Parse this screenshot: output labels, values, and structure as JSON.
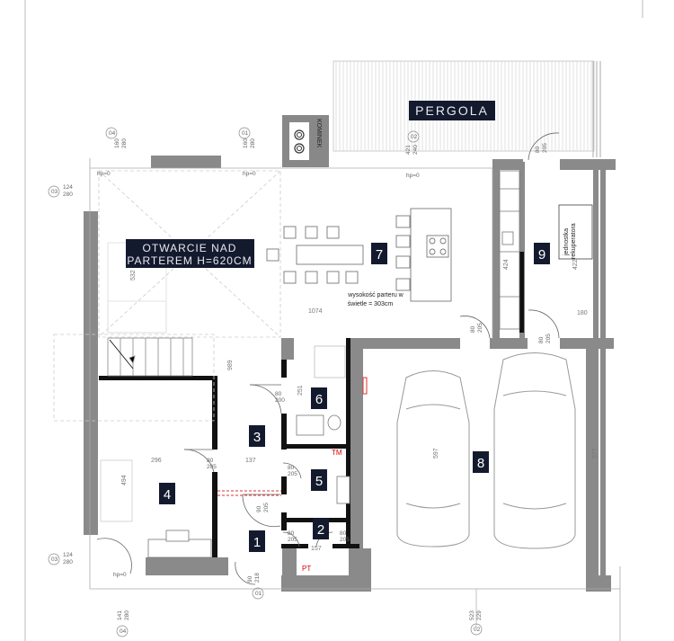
{
  "labels": {
    "pergola": "PERGOLA",
    "opening_line1": "OTWARCIE NAD",
    "opening_line2": "PARTEREM H=620CM",
    "kominek": "KOMINEK",
    "height_note_line1": "wysokość parteru w",
    "height_note_line2": "świetle = 303cm",
    "recuperator_line1": "jednostka",
    "recuperator_line2": "rekuperatora",
    "tm": "TM",
    "pt": "PT"
  },
  "rooms": [
    "1",
    "2",
    "3",
    "4",
    "5",
    "6",
    "7",
    "8",
    "9"
  ],
  "dimensions": {
    "d1074": "1074",
    "d989": "989",
    "d532": "532",
    "d296": "296",
    "d494": "494",
    "d137": "137",
    "d251": "251",
    "d157": "157",
    "d597": "597",
    "d577": "577",
    "d422": "422",
    "d180": "180",
    "d424": "424",
    "d523": "523"
  },
  "marks": {
    "hp0": "hp=0",
    "sill_160_280": "160\n280",
    "w01": "01",
    "w02": "02",
    "w03": "03",
    "w04": "04",
    "w01b": "01",
    "t160": "160",
    "t280": "280",
    "t421": "421",
    "t240": "240",
    "t124": "124",
    "t141": "141",
    "t523b": "523",
    "t229": "229",
    "d80": "80",
    "d90": "90",
    "d205": "205",
    "d200": "200",
    "d218": "218"
  }
}
